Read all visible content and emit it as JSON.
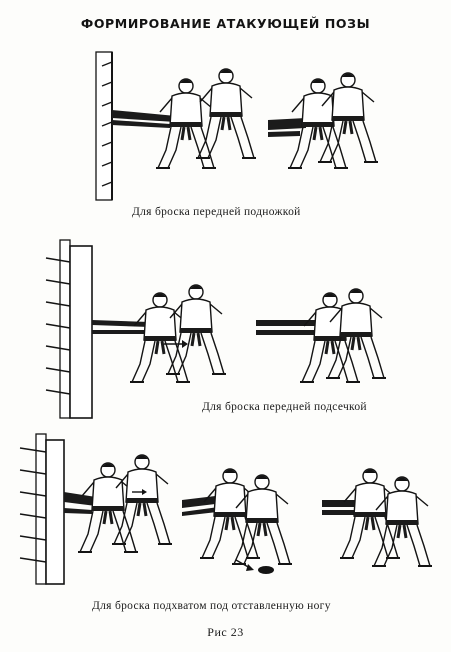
{
  "page": {
    "title": "ФОРМИРОВАНИЕ АТАКУЮЩЕЙ ПОЗЫ",
    "figure_label": "Рис   23"
  },
  "panels": [
    {
      "caption": "Для броска передней подножкой"
    },
    {
      "caption": "Для броска передней подсечкой"
    },
    {
      "caption": "Для броска подхватом под отставленную ногу"
    }
  ],
  "colors": {
    "ink": "#141414",
    "paper": "#fdfdfb",
    "belt": "#1b1b1b"
  }
}
